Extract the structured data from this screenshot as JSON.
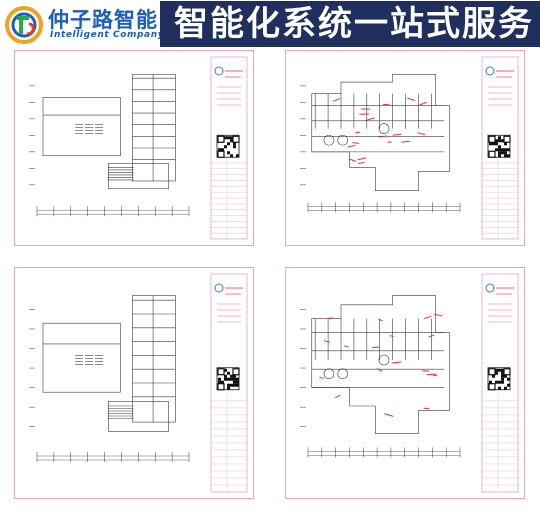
{
  "header": {
    "brand_cn": "仲子路智能",
    "brand_en": "Intelligent Company",
    "banner": "智能化系统一站式服务"
  },
  "colors": {
    "banner_bg": "#1f2f5e",
    "brand_blue": "#1c5fb8",
    "sheet_border": "#e8a7b6",
    "cad_red": "#e03040",
    "cad_line": "#3a3a3a"
  },
  "sheets": [
    {
      "name": "floor-plan-sheet-top-left",
      "variant": "a"
    },
    {
      "name": "floor-plan-sheet-top-right",
      "variant": "b"
    },
    {
      "name": "floor-plan-sheet-bottom-left",
      "variant": "a"
    },
    {
      "name": "floor-plan-sheet-bottom-right",
      "variant": "b"
    }
  ]
}
